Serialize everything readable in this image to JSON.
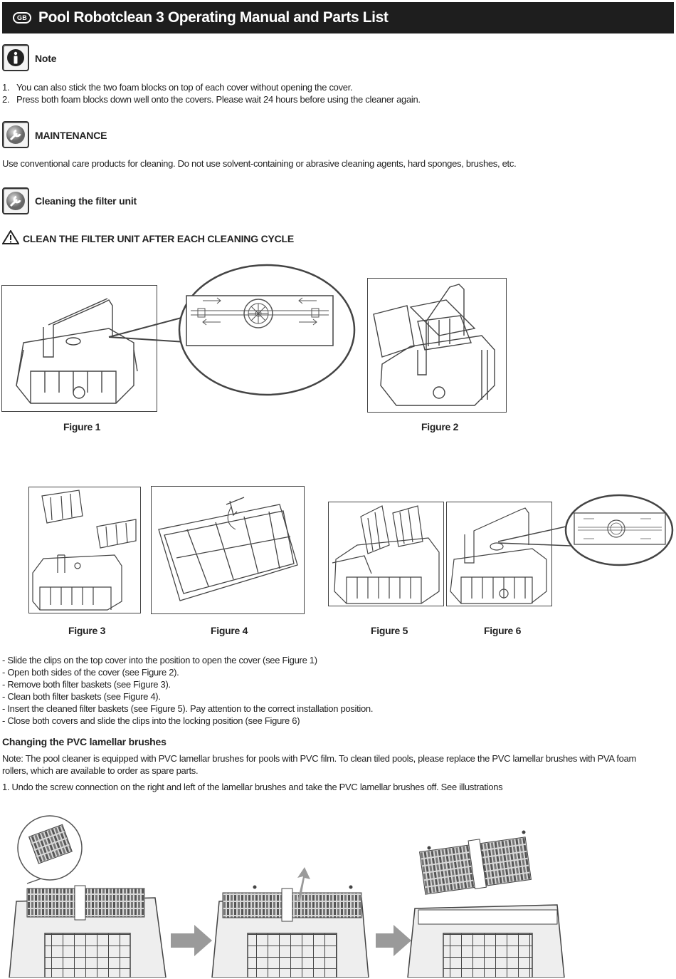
{
  "header": {
    "badge": "GB",
    "title": "Pool Robotclean 3 Operating Manual and Parts List"
  },
  "note": {
    "icon": "info-icon",
    "title": "Note",
    "items": [
      {
        "num": "1.",
        "text": "You can also stick the two foam blocks on top of each cover without opening the cover."
      },
      {
        "num": "2.",
        "text": "Press both foam blocks down well onto the covers. Please wait 24 hours before using the cleaner again."
      }
    ]
  },
  "maintenance": {
    "icon": "wrench-icon",
    "title": "MAINTENANCE",
    "text": "Use conventional care products for cleaning. Do not use solvent-containing or abrasive cleaning agents, hard sponges, brushes, etc."
  },
  "filter": {
    "icon": "wrench-icon",
    "title": "Cleaning the filter unit",
    "warning_icon": "warning-triangle-icon",
    "warning": "CLEAN THE FILTER UNIT AFTER EACH CLEANING CYCLE"
  },
  "figures": {
    "fig1": "Figure 1",
    "fig2": "Figure 2",
    "fig3": "Figure 3",
    "fig4": "Figure 4",
    "fig5": "Figure 5",
    "fig6": "Figure 6"
  },
  "steps": [
    "- Slide the clips on the top cover into the position to open the cover (see Figure 1)",
    "- Open both sides of the cover (see Figure 2).",
    "- Remove both filter baskets (see Figure 3).",
    "- Clean both filter baskets (see Figure 4).",
    "- Insert the cleaned filter baskets (see Figure 5).  Pay attention to the correct installation position.",
    "- Close both covers and slide the clips into the locking position (see Figure 6)"
  ],
  "brushes": {
    "title": "Changing the PVC lamellar brushes",
    "note": "Note: The pool cleaner is equipped with PVC lamellar brushes for pools with PVC film. To clean tiled pools, please replace the PVC lamellar brushes with PVA foam rollers, which are available to order as spare parts.",
    "step1": "1. Undo the screw connection on the right and left of the lamellar brushes and take the PVC lamellar brushes off. See illustrations"
  },
  "colors": {
    "header_bg": "#1e1e1e",
    "line_art": "#444444",
    "arrow": "#9a9a9a"
  }
}
